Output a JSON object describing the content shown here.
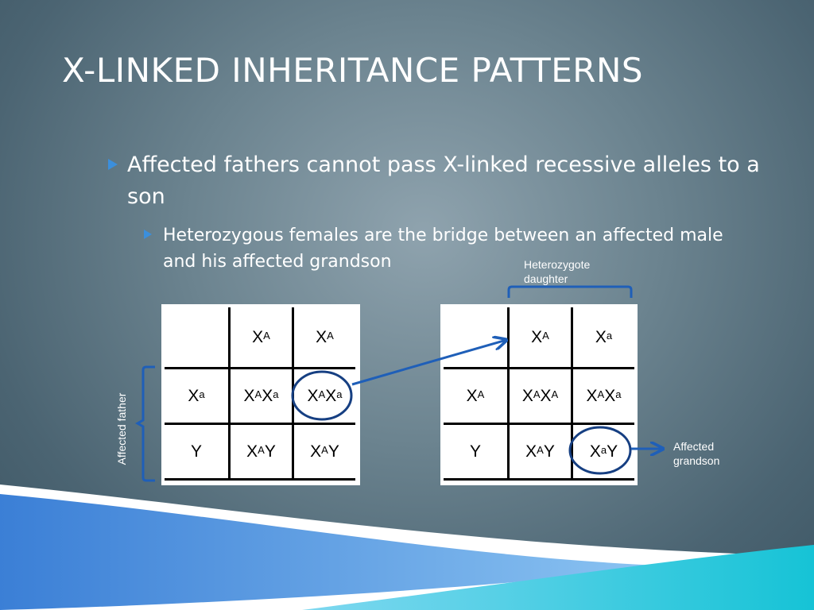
{
  "slide": {
    "title": "X-LINKED INHERITANCE PATTERNS",
    "bullet1": "Affected fathers cannot pass X-linked recessive alleles to a son",
    "bullet2": "Heterozygous females are the bridge between an affected male and his affected grandson"
  },
  "labels": {
    "heterozygote_daughter": "Heterozygote daughter",
    "affected_father": "Affected father",
    "affected_grandson": "Affected grandson"
  },
  "punnett1": {
    "header": [
      {
        "base": "X",
        "sup": "A"
      },
      {
        "base": "X",
        "sup": "A"
      }
    ],
    "rows": [
      {
        "label": {
          "base": "X",
          "sup": "a"
        },
        "cells": [
          [
            {
              "base": "X",
              "sup": "A"
            },
            {
              "base": "X",
              "sup": "a"
            }
          ],
          [
            {
              "base": "X",
              "sup": "A"
            },
            {
              "base": "X",
              "sup": "a"
            }
          ]
        ]
      },
      {
        "label": {
          "base": "Y",
          "sup": ""
        },
        "cells": [
          [
            {
              "base": "X",
              "sup": "A"
            },
            {
              "base": "Y",
              "sup": ""
            }
          ],
          [
            {
              "base": "X",
              "sup": "A"
            },
            {
              "base": "Y",
              "sup": ""
            }
          ]
        ]
      }
    ]
  },
  "punnett2": {
    "header": [
      {
        "base": "X",
        "sup": "A"
      },
      {
        "base": "X",
        "sup": "a"
      }
    ],
    "rows": [
      {
        "label": {
          "base": "X",
          "sup": "A"
        },
        "cells": [
          [
            {
              "base": "X",
              "sup": "A"
            },
            {
              "base": "X",
              "sup": "A"
            }
          ],
          [
            {
              "base": "X",
              "sup": "A"
            },
            {
              "base": "X",
              "sup": "a"
            }
          ]
        ]
      },
      {
        "label": {
          "base": "Y",
          "sup": ""
        },
        "cells": [
          [
            {
              "base": "X",
              "sup": "A"
            },
            {
              "base": "Y",
              "sup": ""
            }
          ],
          [
            {
              "base": "X",
              "sup": "a"
            },
            {
              "base": "Y",
              "sup": ""
            }
          ]
        ]
      }
    ]
  },
  "colors": {
    "accent": "#3b8fdc",
    "annotation_blue": "#1f5fb8",
    "circle_navy": "#163f82"
  }
}
